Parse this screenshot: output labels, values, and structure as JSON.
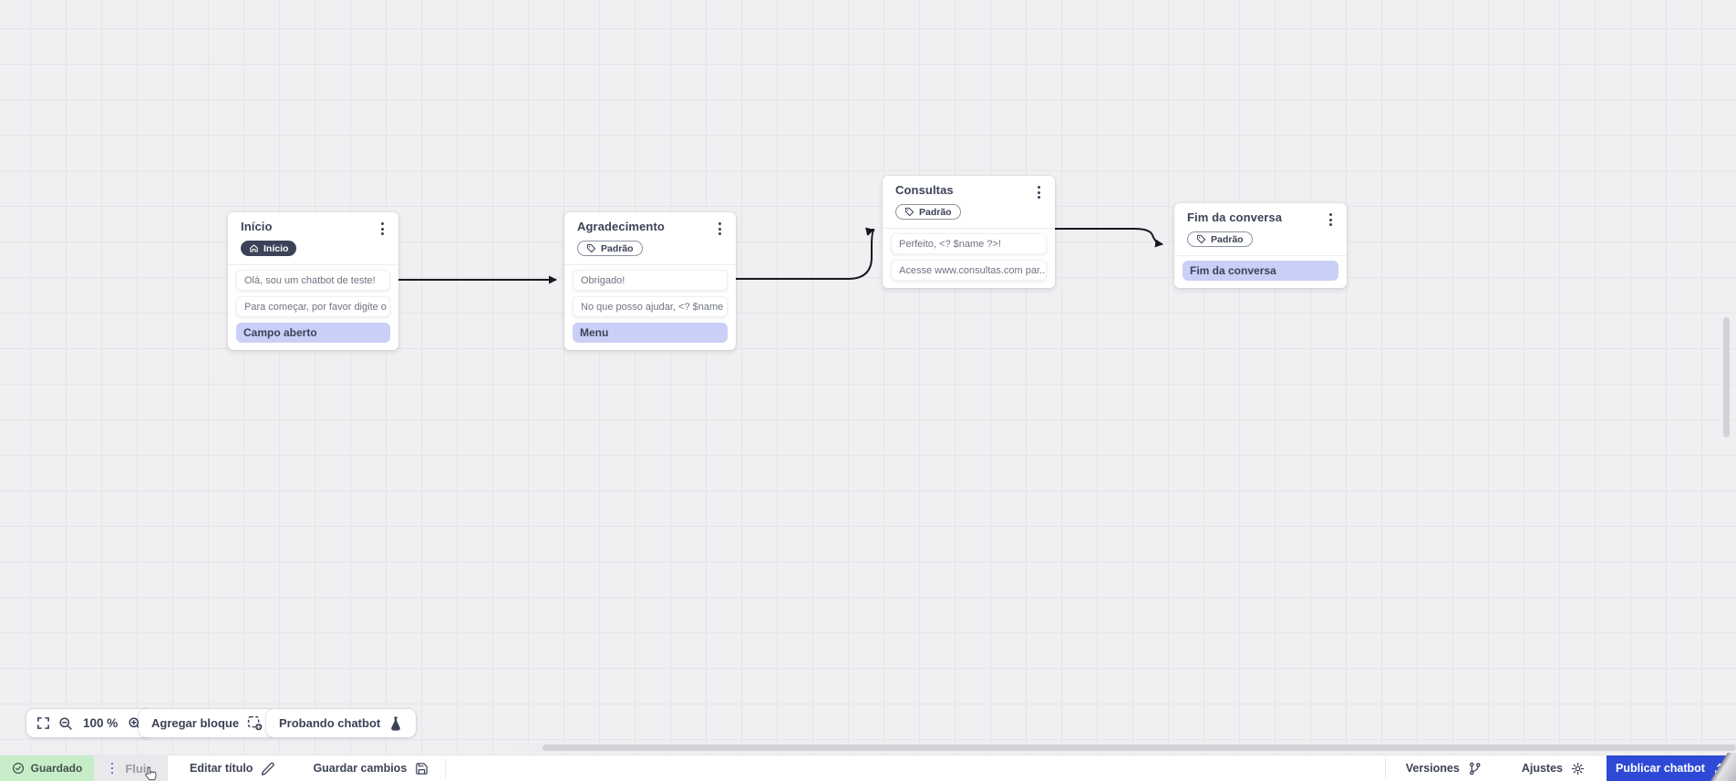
{
  "canvas": {
    "zoom_percent": "100 %",
    "nodes": [
      {
        "title": "Início",
        "badge": {
          "label": "Início",
          "style": "dark",
          "icon": "home-icon"
        },
        "messages": [
          "Olá, sou um chatbot de teste!",
          "Para começar, por favor digite o ..."
        ],
        "action": "Campo aberto"
      },
      {
        "title": "Agradecimento",
        "badge": {
          "label": "Padrão",
          "style": "outline",
          "icon": "tag-icon"
        },
        "messages": [
          "Obrigado!",
          "No que posso ajudar, <? $name ..."
        ],
        "action": "Menu"
      },
      {
        "title": "Consultas",
        "badge": {
          "label": "Padrão",
          "style": "outline",
          "icon": "tag-icon"
        },
        "messages": [
          "Perfeito, <? $name ?>!",
          "Acesse www.consultas.com par..."
        ]
      },
      {
        "title": "Fim da conversa",
        "badge": {
          "label": "Padrão",
          "style": "outline",
          "icon": "tag-icon"
        },
        "messages": [],
        "action": "Fim da conversa"
      }
    ]
  },
  "toolbar": {
    "zoom_level": "100 %",
    "add_block_label": "Agregar bloque",
    "test_chatbot_label": "Probando chatbot"
  },
  "statusbar": {
    "saved_label": "Guardado",
    "flow_tab_label": "Fluir",
    "edit_title_label": "Editar título",
    "save_changes_label": "Guardar cambios",
    "versions_label": "Versiones",
    "settings_label": "Ajustes",
    "publish_label": "Publicar chatbot"
  },
  "colors": {
    "accent_blue": "#2e49d6",
    "saved_green_bg": "#c7edc8",
    "highlight_lavender": "#c9cff6",
    "badge_dark": "#3c4257",
    "edge_black": "#17181c"
  }
}
